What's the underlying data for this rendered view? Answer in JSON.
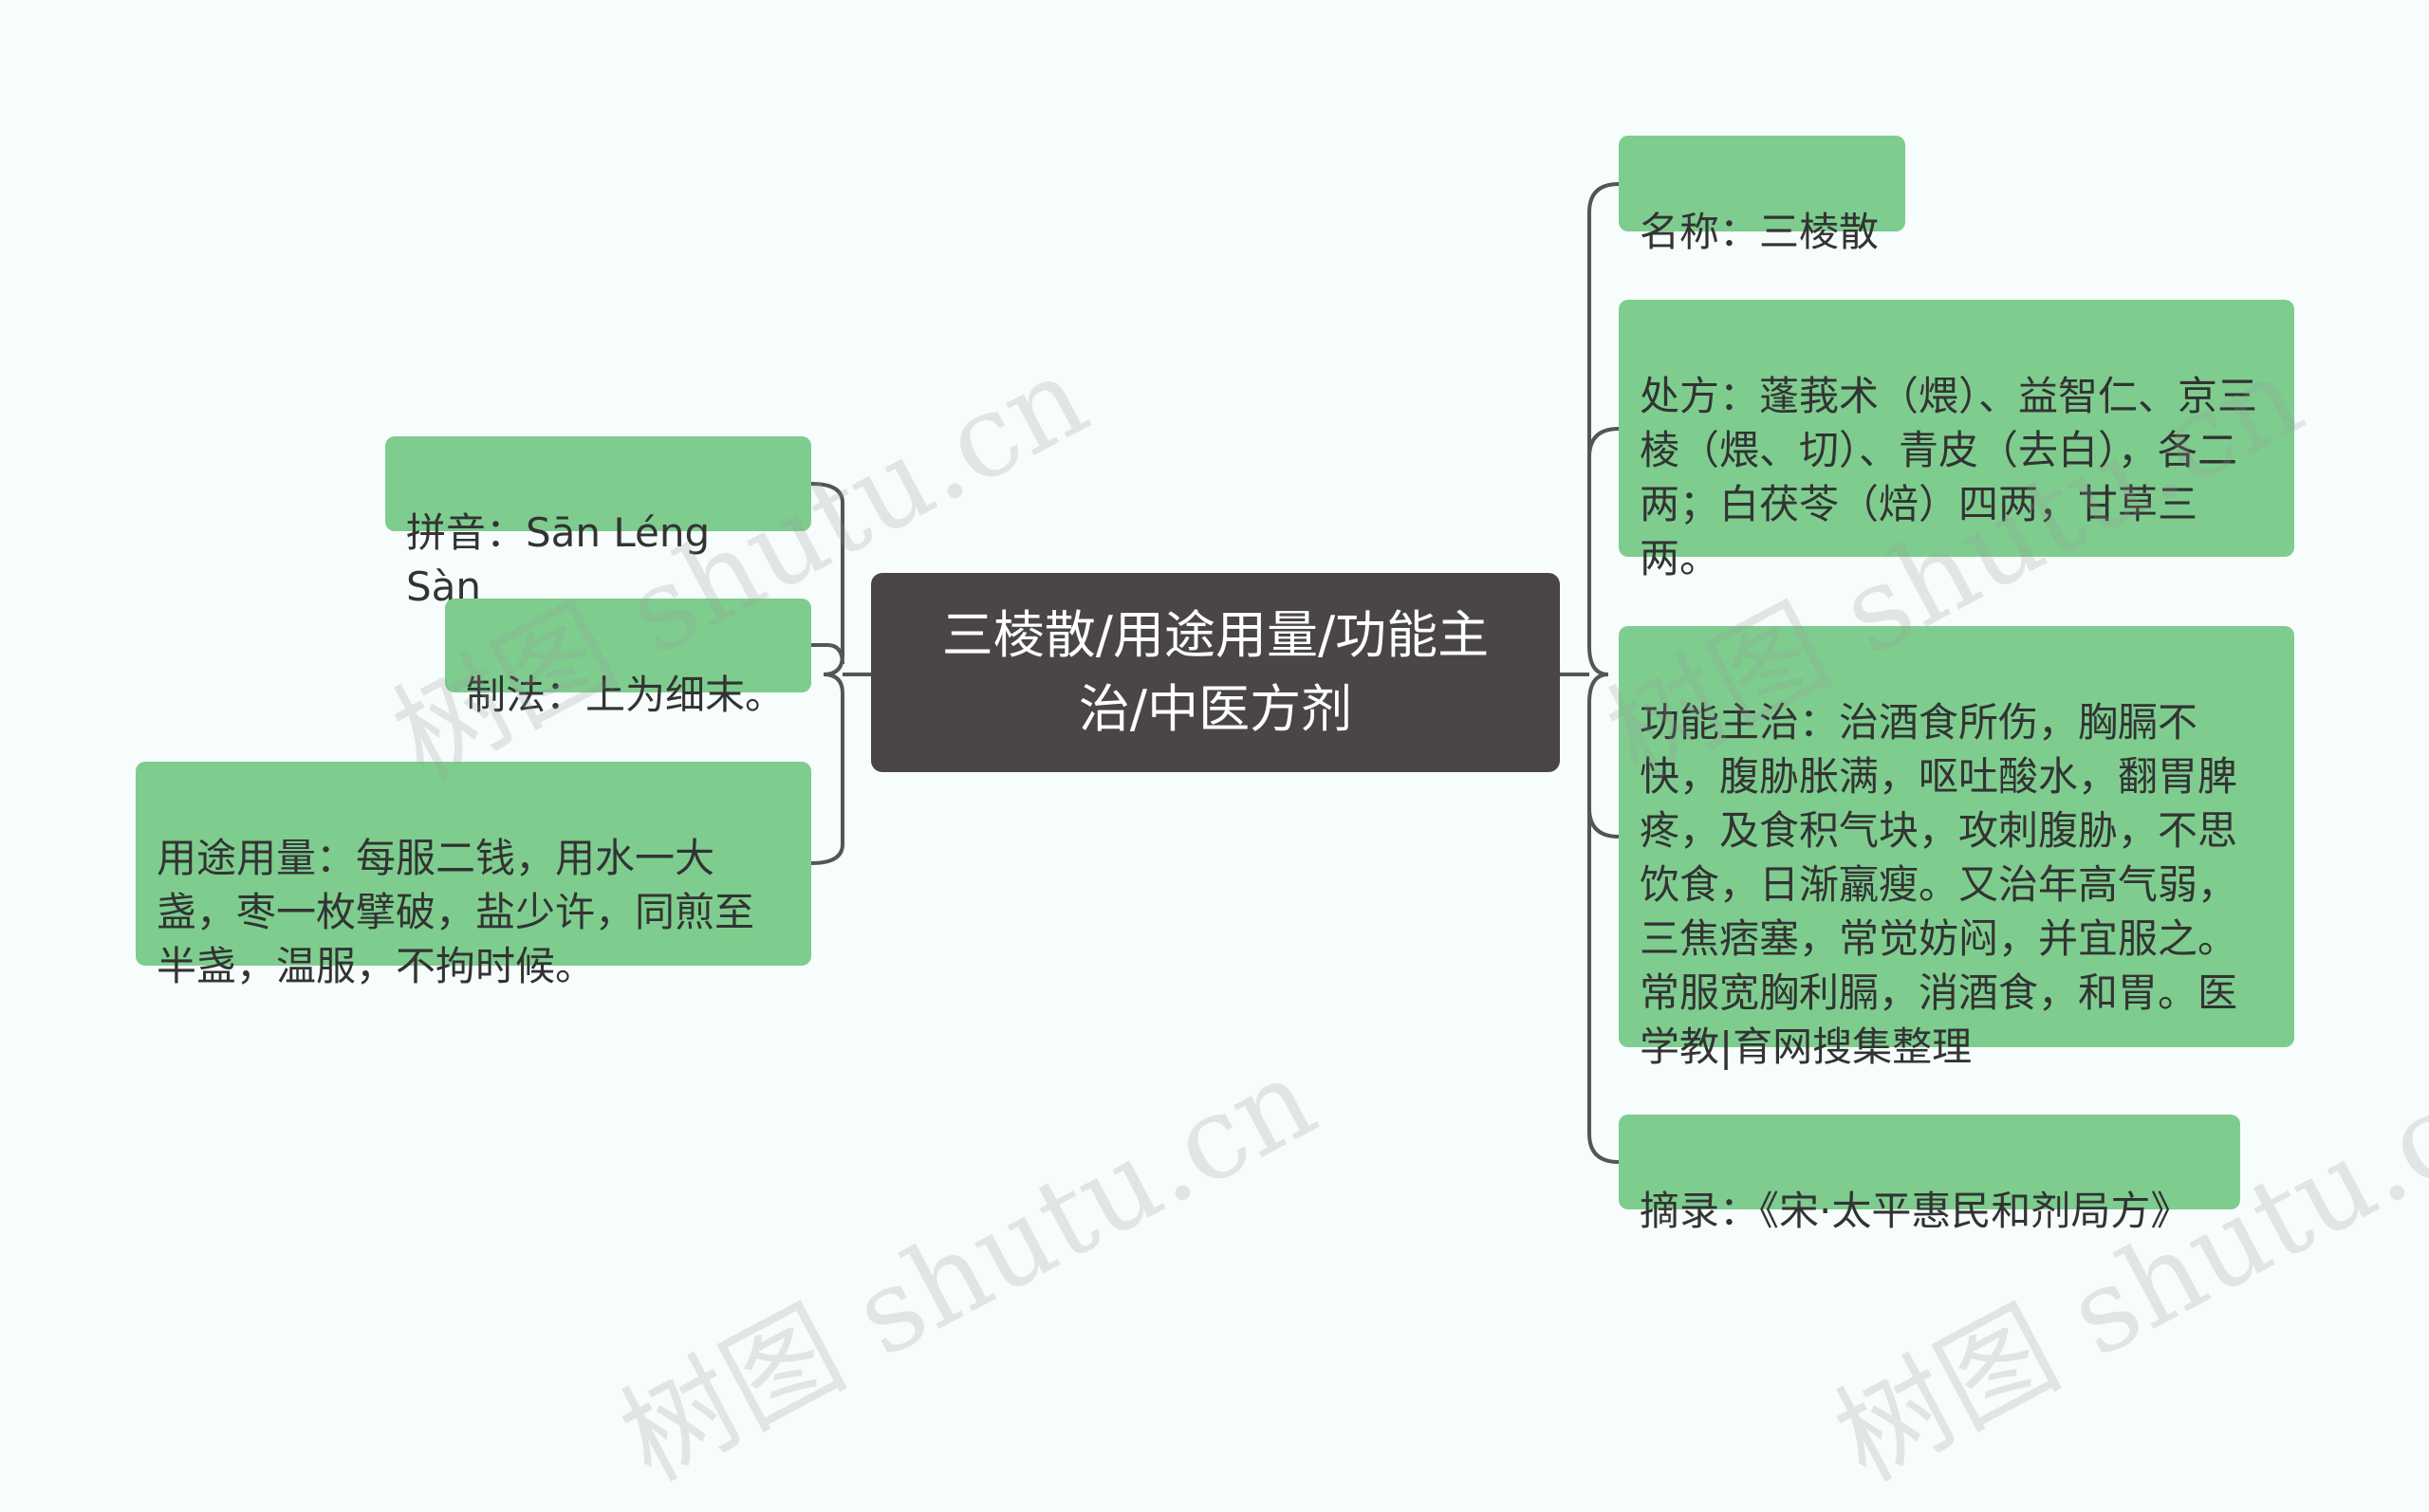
{
  "center_topic": "三棱散/用途用量/功能主治/中医方剂",
  "left_branches": [
    "拼音：Sān Léng Sàn",
    "制法：上为细末。",
    "用途用量：每服二钱，用水一大盏，枣一枚擘破，盐少许，同煎至半盏，温服，不拘时候。"
  ],
  "right_branches": [
    "名称：三棱散",
    "处方：蓬莪术（煨）、益智仁、京三棱（煨、切）、青皮（去白），各二两；白茯苓（焙）四两，甘草三两。",
    "功能主治：治酒食所伤，胸膈不快，腹胁胀满，呕吐酸水，翻胃脾疼，及食积气块，攻刺腹胁，不思饮食，日渐羸瘦。又治年高气弱，三焦痞塞，常觉妨闷，并宜服之。常服宽胸利膈，消酒食，和胃。医学教|育网搜集整理",
    "摘录：《宋·太平惠民和剂局方》"
  ],
  "watermark": "树图 shutu.cn",
  "colors": {
    "branch_fill": "#7ecd8f",
    "center_fill": "#4a4646",
    "connector": "#555555",
    "background": "#f7fcfc"
  }
}
